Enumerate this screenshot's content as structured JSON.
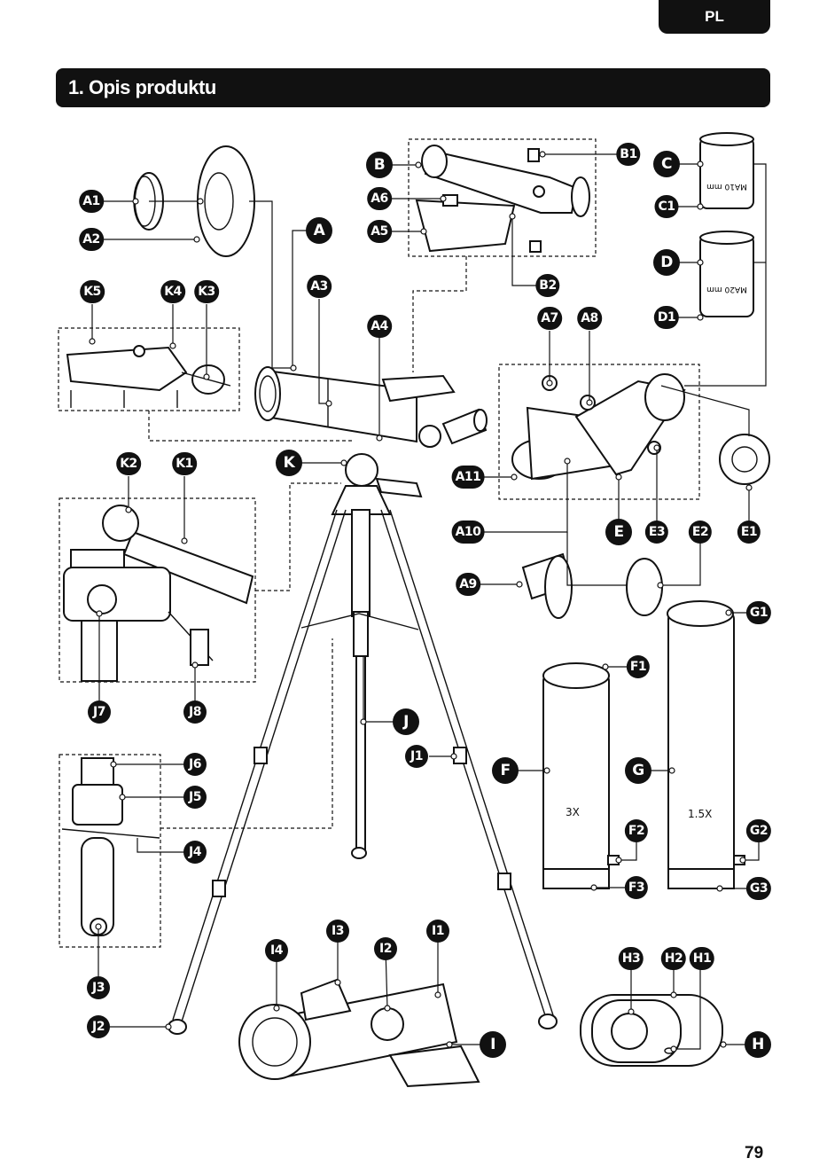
{
  "header": {
    "language": "PL"
  },
  "section": {
    "title": "1. Opis produktu"
  },
  "labels": {
    "A": "A",
    "A1": "A1",
    "A2": "A2",
    "A3": "A3",
    "A4": "A4",
    "A5": "A5",
    "A6": "A6",
    "A7": "A7",
    "A8": "A8",
    "A9": "A9",
    "A10": "A10",
    "A11": "A11",
    "B": "B",
    "B1": "B1",
    "B2": "B2",
    "C": "C",
    "C1": "C1",
    "D": "D",
    "D1": "D1",
    "E": "E",
    "E1": "E1",
    "E2": "E2",
    "E3": "E3",
    "F": "F",
    "F1": "F1",
    "F2": "F2",
    "F3": "F3",
    "G": "G",
    "G1": "G1",
    "G2": "G2",
    "G3": "G3",
    "H": "H",
    "H1": "H1",
    "H2": "H2",
    "H3": "H3",
    "I": "I",
    "I1": "I1",
    "I2": "I2",
    "I3": "I3",
    "I4": "I4",
    "J": "J",
    "J1": "J1",
    "J2": "J2",
    "J3": "J3",
    "J4": "J4",
    "J5": "J5",
    "J6": "J6",
    "J7": "J7",
    "J8": "J8",
    "K": "K",
    "K1": "K1",
    "K2": "K2",
    "K3": "K3",
    "K4": "K4",
    "K5": "K5"
  },
  "eyepieces": {
    "c_marking": "MA10 mm",
    "d_marking": "MA20 mm"
  },
  "barlow": {
    "f_magnification": "3X",
    "g_magnification": "1.5X"
  },
  "footer": {
    "page_number": "79"
  }
}
